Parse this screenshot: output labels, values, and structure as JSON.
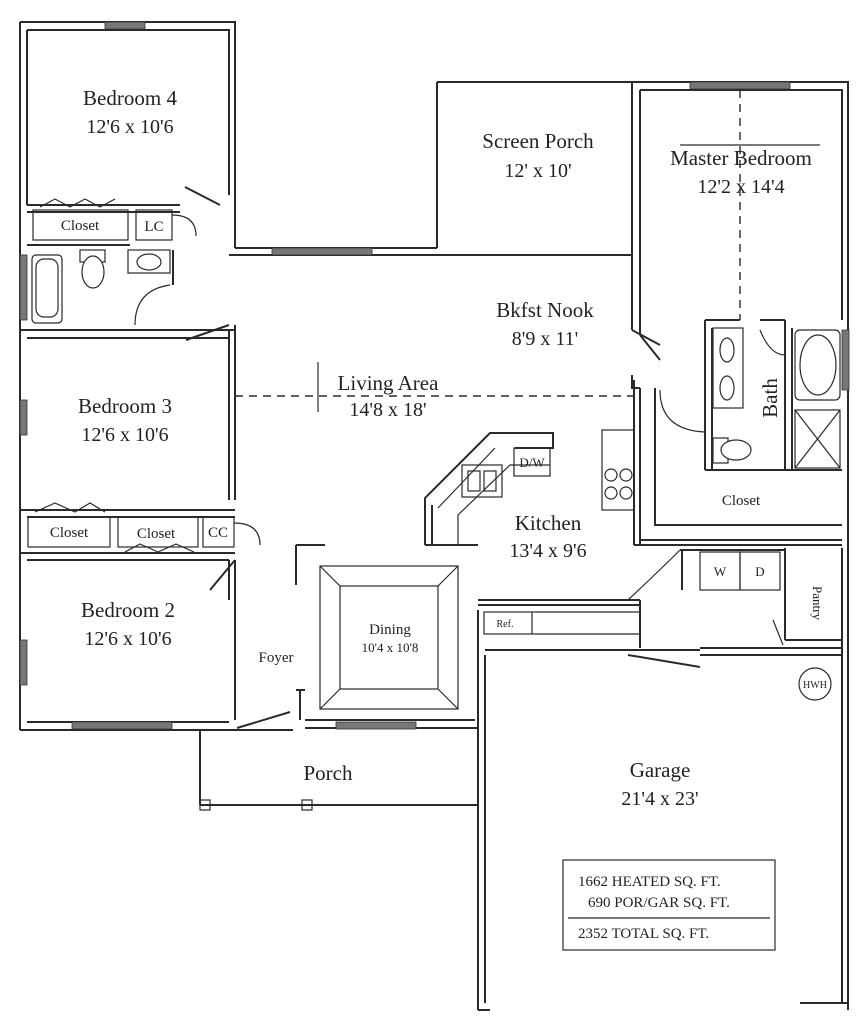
{
  "rooms": {
    "bedroom4": {
      "name": "Bedroom 4",
      "size": "12'6 x 10'6"
    },
    "screen_porch": {
      "name": "Screen Porch",
      "size": "12' x 10'"
    },
    "master_bedroom": {
      "name": "Master Bedroom",
      "size": "12'2 x 14'4"
    },
    "bkfst_nook": {
      "name": "Bkfst Nook",
      "size": "8'9 x 11'"
    },
    "living_area": {
      "name": "Living Area",
      "size": "14'8 x 18'"
    },
    "bedroom3": {
      "name": "Bedroom 3",
      "size": "12'6 x 10'6"
    },
    "kitchen": {
      "name": "Kitchen",
      "size": "13'4 x 9'6"
    },
    "bedroom2": {
      "name": "Bedroom 2",
      "size": "12'6 x 10'6"
    },
    "dining": {
      "name": "Dining",
      "size": "10'4 x 10'8"
    },
    "garage": {
      "name": "Garage",
      "size": "21'4 x 23'"
    },
    "foyer": {
      "name": "Foyer"
    },
    "porch": {
      "name": "Porch"
    },
    "bath": {
      "name": "Bath"
    }
  },
  "labels": {
    "closet": "Closet",
    "lc": "LC",
    "cc": "CC",
    "dw": "D/W",
    "ref": "Ref.",
    "washer": "W",
    "dryer": "D",
    "pantry": "Pantry",
    "hwh": "HWH"
  },
  "sqft": {
    "heated": "1662 HEATED SQ. FT.",
    "por_gar": "690 POR/GAR SQ. FT.",
    "total": "2352 TOTAL SQ. FT."
  }
}
